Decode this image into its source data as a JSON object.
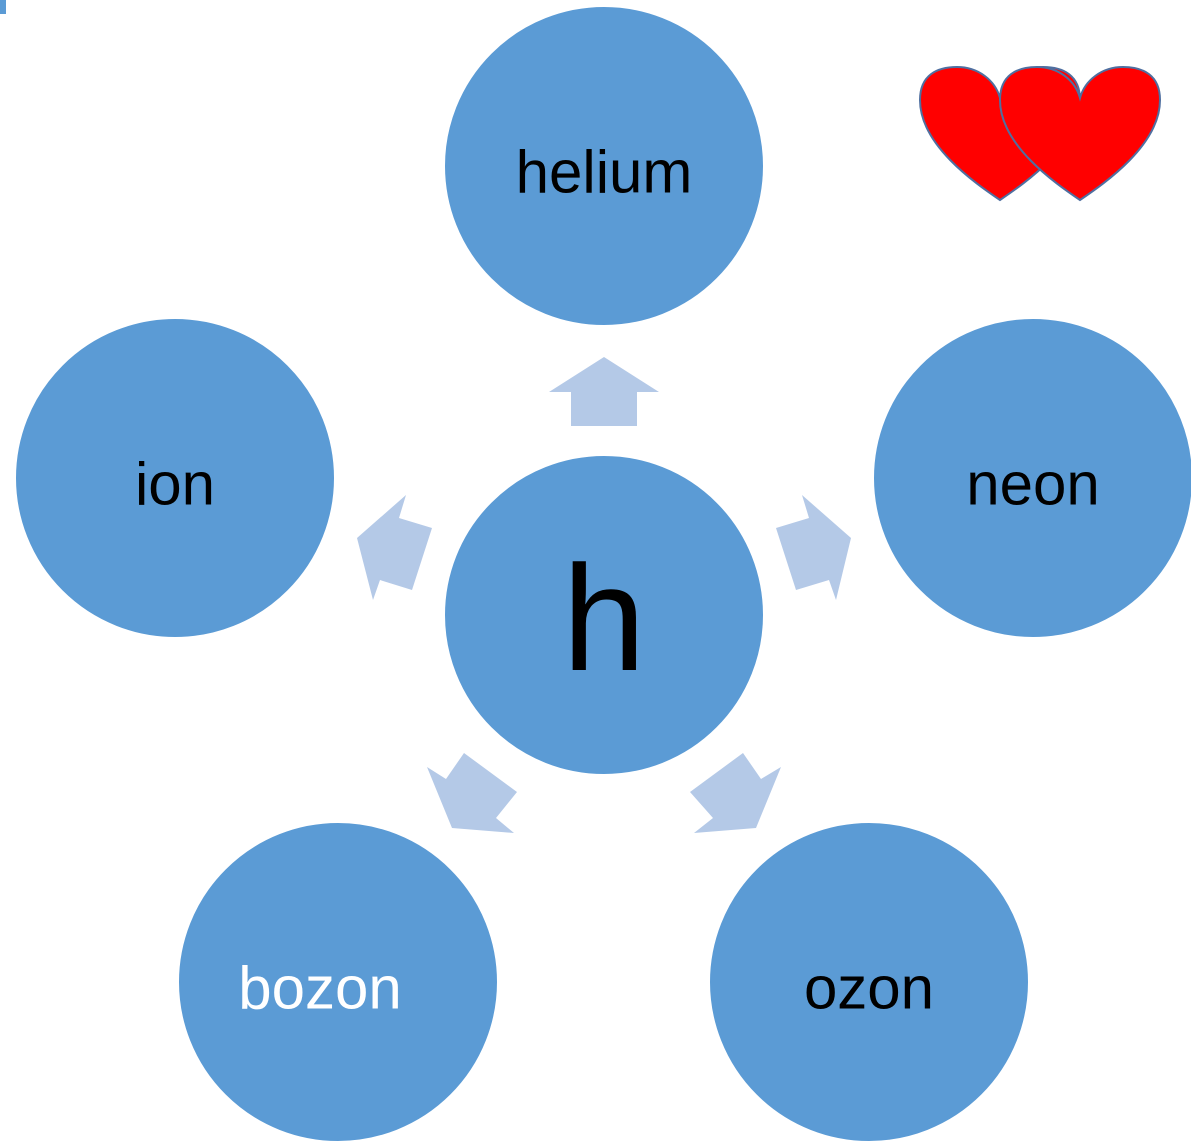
{
  "diagram": {
    "center": {
      "label": "h"
    },
    "nodes": [
      {
        "key": "helium",
        "label": "helium"
      },
      {
        "key": "neon",
        "label": "neon"
      },
      {
        "key": "ozon",
        "label": "ozon"
      },
      {
        "key": "bozon",
        "label": "bozon"
      },
      {
        "key": "ion",
        "label": "ion"
      }
    ],
    "decoration": {
      "icon": "two-hearts-icon"
    }
  },
  "colors": {
    "circle_fill": "#5b9bd5",
    "arrow_fill": "#b4c9e7",
    "heart_fill": "#ff0000",
    "heart_stroke": "#4f6fa0",
    "text_dark": "#000000",
    "text_light": "#ffffff"
  }
}
